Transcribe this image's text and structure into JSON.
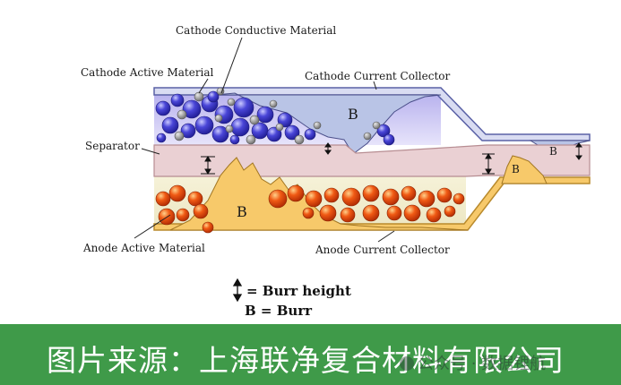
{
  "labels": {
    "cathode_conductive": "Cathode Conductive Material",
    "cathode_active": "Cathode Active Material",
    "cathode_collector": "Cathode Current Collector",
    "separator": "Separator",
    "anode_active": "Anode Active Material",
    "anode_collector": "Anode Current Collector",
    "burr_letter": "B"
  },
  "legend": {
    "burr_height": "= Burr height",
    "burr": "B = Burr"
  },
  "footer": {
    "title": "图片来源：上海联净复合材料有限公司",
    "watermark": "公众号 · 数据锂航"
  },
  "colors": {
    "footer_bg": "#3f9a49",
    "separator_fill": "#ead0d3",
    "cathode_region": "#ccc4ee",
    "anode_burr_fill": "#f7c96a",
    "cathode_burr_fill": "#b9c4e6",
    "cathode_particle": "#3b37c9",
    "conductive_particle": "#8e8e8e",
    "anode_particle": "#ee4a10",
    "collector_stroke": "#5a61a6"
  },
  "icons": {
    "burr_height_arrow": "double-headed-vertical-arrow",
    "watermark_logo": "wechat-logo-icon"
  }
}
